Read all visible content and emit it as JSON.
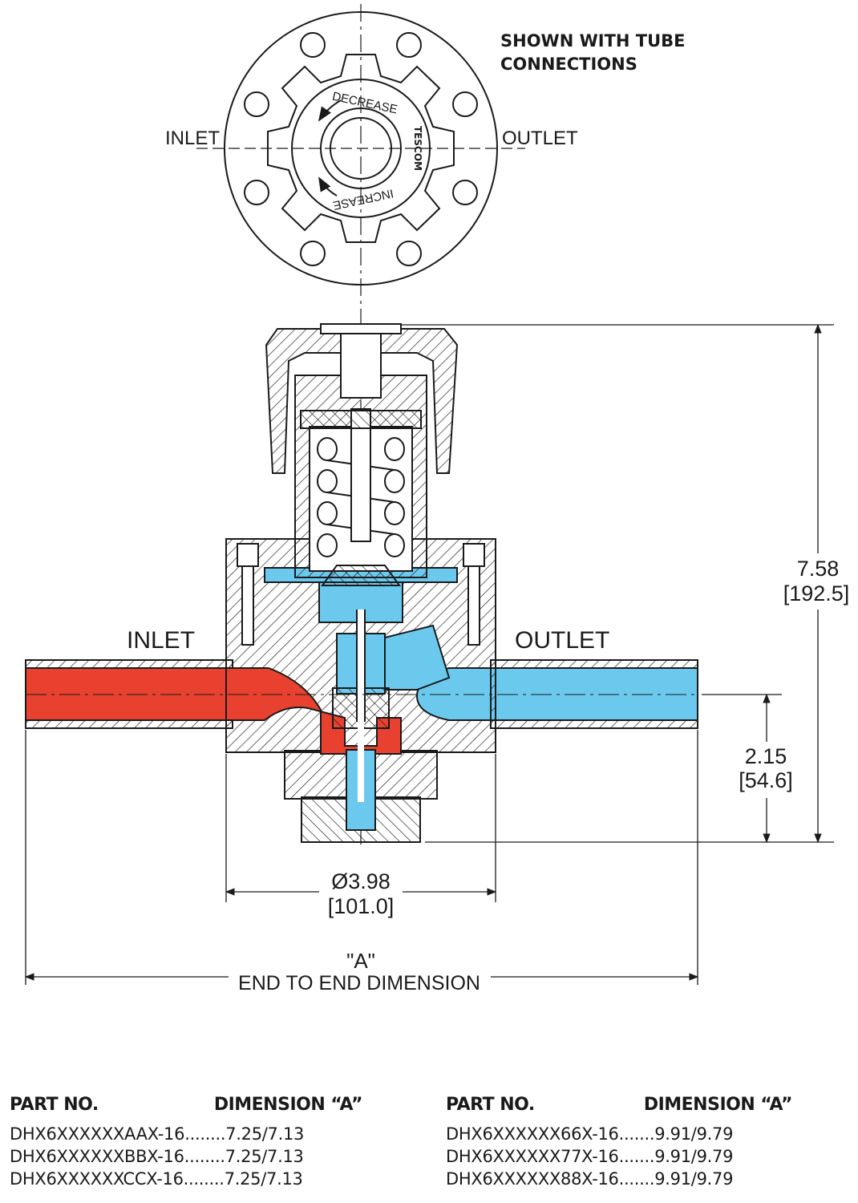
{
  "top_view": {
    "note_line1": "SHOWN WITH TUBE",
    "note_line2": "CONNECTIONS",
    "inlet": "INLET",
    "outlet": "OUTLET",
    "knob_decrease": "DECREASE",
    "knob_increase": "INCREASE",
    "brand": "TESCOM"
  },
  "section_view": {
    "inlet": "INLET",
    "outlet": "OUTLET",
    "height_in": "7.58",
    "height_mm": "[192.5]",
    "port_height_in": "2.15",
    "port_height_mm": "[54.6]",
    "body_dia_in": "Ø3.98",
    "body_dia_mm": "[101.0]",
    "end_dim_tag": "\"A\"",
    "end_dim_label": "END TO END DIMENSION"
  },
  "colors": {
    "inlet_flow": "#e8412f",
    "outlet_flow": "#6cc9ee",
    "line": "#1a1a1a"
  },
  "table_left": {
    "header_part": "PART NO.",
    "header_dim": "DIMENSION “A”",
    "rows": [
      {
        "part": "DHX6XXXXXXAAX-16",
        "dots": "........",
        "dim": "7.25/7.13"
      },
      {
        "part": "DHX6XXXXXXBBX-16",
        "dots": "........",
        "dim": "7.25/7.13"
      },
      {
        "part": "DHX6XXXXXXCCX-16",
        "dots": "........",
        "dim": "7.25/7.13"
      }
    ]
  },
  "table_right": {
    "header_part": "PART NO.",
    "header_dim": "DIMENSION “A”",
    "rows": [
      {
        "part": "DHX6XXXXXX66X-16",
        "dots": ".......",
        "dim": "9.91/9.79"
      },
      {
        "part": "DHX6XXXXXX77X-16",
        "dots": ".......",
        "dim": "9.91/9.79"
      },
      {
        "part": "DHX6XXXXXX88X-16",
        "dots": ".......",
        "dim": "9.91/9.79"
      }
    ]
  }
}
